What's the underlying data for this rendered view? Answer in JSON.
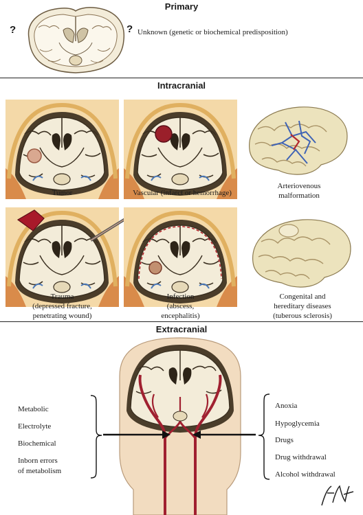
{
  "primary": {
    "title": "Primary",
    "question_mark": "?",
    "description": "Unknown (genetic or biochemical predisposition)"
  },
  "intracranial": {
    "title": "Intracranial",
    "items": [
      {
        "lines": [
          "Tumor"
        ]
      },
      {
        "lines": [
          "Vascular (infarct or hemorrhage)"
        ]
      },
      {
        "lines": [
          "Arteriovenous",
          "malformation"
        ]
      },
      {
        "lines": [
          "Trauma",
          "(depressed fracture,",
          "penetrating wound)"
        ]
      },
      {
        "lines": [
          "Infection",
          "(abscess,",
          "encephalitis)"
        ]
      },
      {
        "lines": [
          "Congenital and",
          "hereditary diseases",
          "(tuberous sclerosis)"
        ]
      }
    ]
  },
  "extracranial": {
    "title": "Extracranial",
    "left": [
      "Metabolic",
      "Electrolyte",
      "Biochemical",
      "Inborn errors",
      "of metabolism"
    ],
    "right": [
      "Anoxia",
      "Hypoglycemia",
      "Drugs",
      "Drug withdrawal",
      "Alcohol withdrawal"
    ]
  },
  "signature": "F. Netter M.D."
}
